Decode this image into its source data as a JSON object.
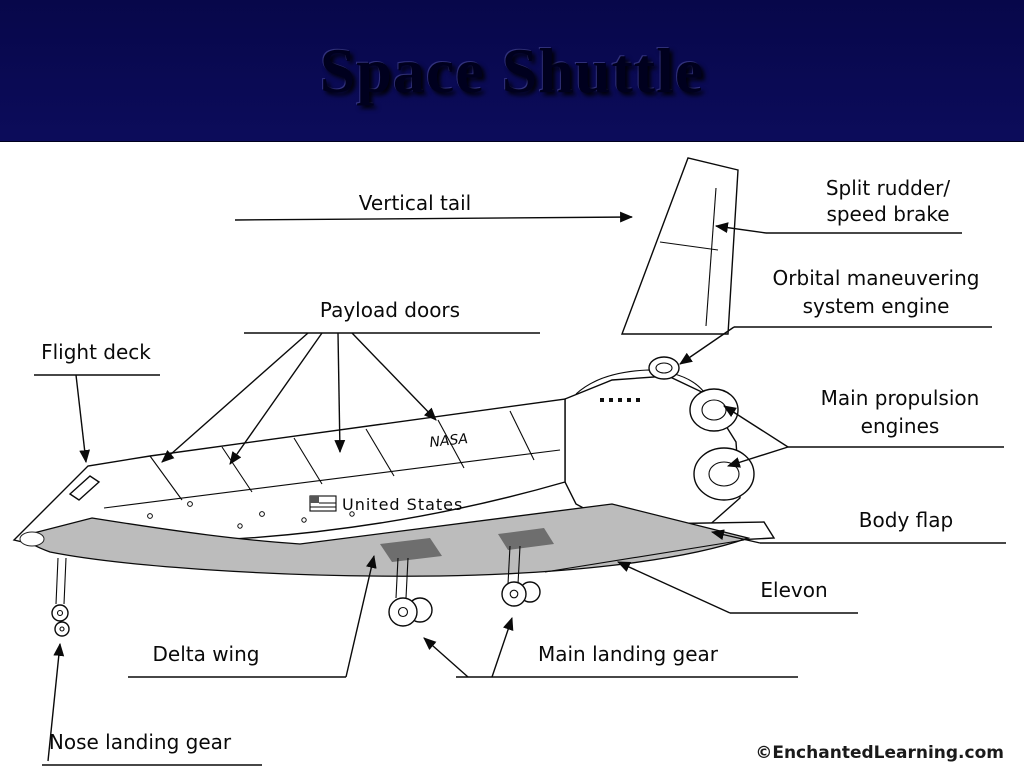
{
  "slide": {
    "title": "Space Shuttle"
  },
  "diagram": {
    "labels": {
      "vertical_tail": "Vertical tail",
      "split_rudder": [
        "Split rudder/",
        "speed brake"
      ],
      "orbital_maneuvering": [
        "Orbital maneuvering",
        "system engine"
      ],
      "main_propulsion": [
        "Main propulsion",
        "engines"
      ],
      "body_flap": "Body flap",
      "elevon": "Elevon",
      "main_landing_gear": "Main landing gear",
      "delta_wing": "Delta wing",
      "nose_landing_gear": "Nose landing gear",
      "flight_deck": "Flight deck",
      "payload_doors": "Payload doors"
    },
    "markings": {
      "nasa": "NASA",
      "united_states": "United States"
    },
    "watermark": "©EnchantedLearning.com",
    "colors": {
      "header_gradient_top": "#07074a",
      "header_gradient_bottom": "#3232a6",
      "wing_shade": "#bcbcbc",
      "line": "#0a0a0a"
    }
  }
}
